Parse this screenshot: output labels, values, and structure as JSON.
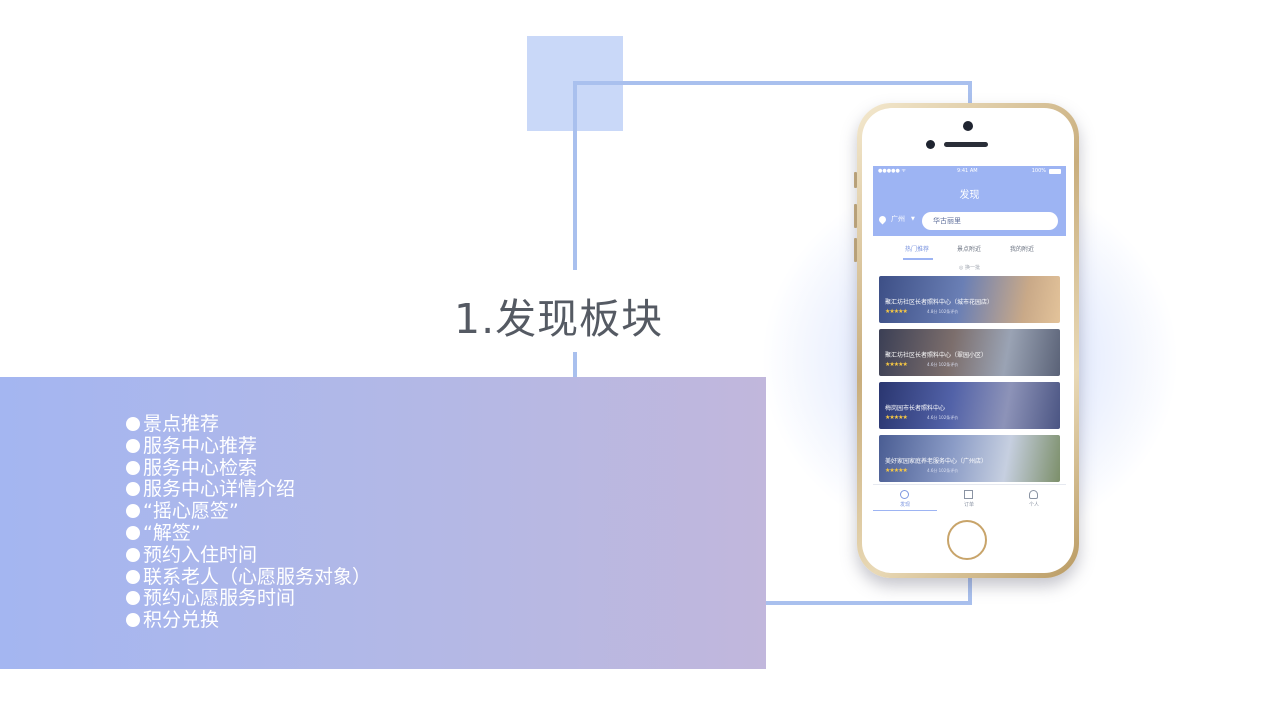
{
  "slide": {
    "title": "1.发现板块",
    "features": [
      "景点推荐",
      "服务中心推荐",
      "服务中心检索",
      "服务中心详情介绍",
      "“摇心愿签”",
      "“解签”",
      "预约入住时间",
      "联系老人（心愿服务对象）",
      "预约心愿服务时间",
      "积分兑换"
    ],
    "colors": {
      "accent_square": "#c9d8f8",
      "frame_line": "#a9c0ee",
      "gradient_start": "#a4b6f1",
      "gradient_end": "#c1b7dc"
    }
  },
  "phone": {
    "status_bar": {
      "signal": "●●●●● ᯤ",
      "time": "9:41 AM",
      "battery": "100%"
    },
    "header": {
      "title": "发现",
      "city": "广州",
      "city_chevron": "▼",
      "search_value": "华古丽里",
      "location_icon": "location-pin-icon",
      "accent": "#9db4f3"
    },
    "tabs": [
      {
        "label": "热门推荐",
        "active": true
      },
      {
        "label": "景点附近",
        "active": false
      },
      {
        "label": "我的附近",
        "active": false
      }
    ],
    "refresh_label": "◎ 换一批",
    "cards": [
      {
        "title": "聚汇坊社区长者照料中心（城市花园店）",
        "stars": "★★★★★",
        "rating": "4.8分 102条评价"
      },
      {
        "title": "聚汇坊社区长者照料中心（翠园小区）",
        "stars": "★★★★★",
        "rating": "4.6分 102条评价"
      },
      {
        "title": "梅岗园市长者照料中心",
        "stars": "★★★★★",
        "rating": "4.6分 102条评价"
      },
      {
        "title": "美好家园家庭养老服务中心（广州店）",
        "stars": "★★★★★",
        "rating": "4.6分 102条评价"
      }
    ],
    "bottom_nav": [
      {
        "label": "发现",
        "icon": "compass-icon",
        "active": true
      },
      {
        "label": "订单",
        "icon": "building-icon",
        "active": false
      },
      {
        "label": "个人",
        "icon": "person-icon",
        "active": false
      }
    ]
  }
}
